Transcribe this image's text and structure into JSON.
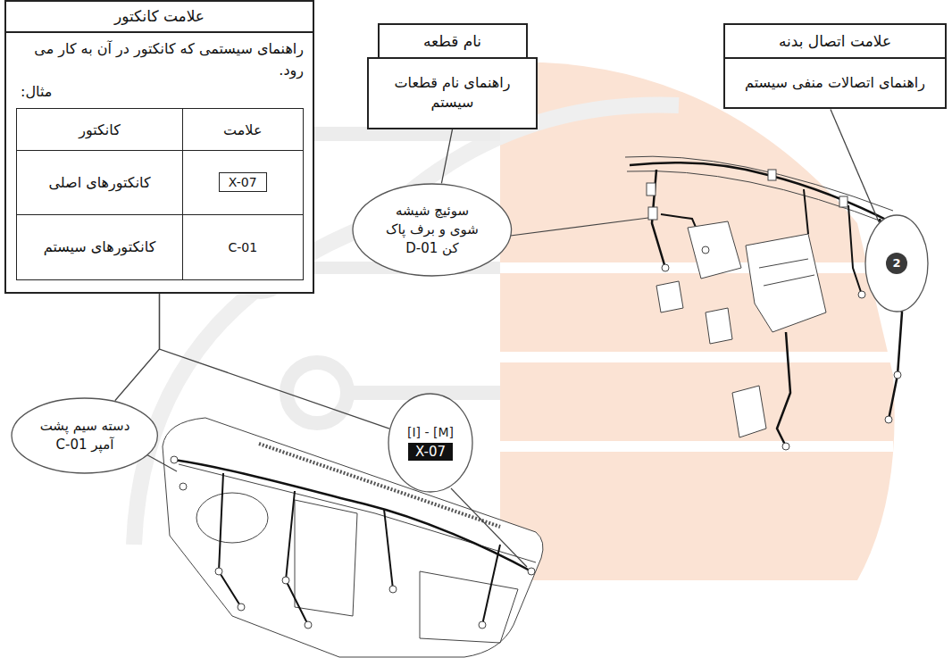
{
  "diagram": {
    "nodes": [
      {
        "text": [
          "علامت کانکتور",
          "راهنمای سیستمی که کانکتور در آن به کار می رود.",
          "مثال:"
        ]
      },
      {
        "text": [
          "نام قطعه",
          "راهنمای نام قطعات سیستم"
        ]
      },
      {
        "text": [
          "علامت اتصال بدنه",
          "راهنمای اتصالات منفی سیستم"
        ]
      },
      {
        "text": [
          "سوئیچ شیشه شوی و برف پاک کن D-01"
        ]
      },
      {
        "text": [
          "2"
        ]
      },
      {
        "text": [
          "دسته سیم پشت آمپر C-01"
        ]
      },
      {
        "text": [
          "[I] - [M]",
          "X-07"
        ]
      }
    ],
    "edges": [
      {
        "from": 0,
        "to": 5,
        "arrow": "none"
      },
      {
        "from": 0,
        "to": 6,
        "arrow": "none"
      },
      {
        "from": 1,
        "to": 3,
        "arrow": "none"
      },
      {
        "from": 2,
        "to": 4,
        "arrow": "none"
      }
    ],
    "labels": [
      "کانکتور",
      "علامت",
      "کانکتورهای اصلی",
      "X-07",
      "کانکتورهای سیستم",
      "C-01"
    ]
  }
}
